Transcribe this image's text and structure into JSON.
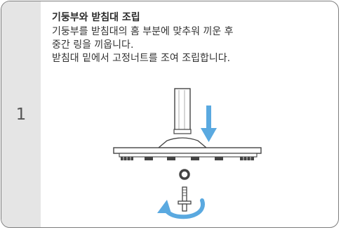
{
  "step": {
    "number": "1"
  },
  "instruction": {
    "title": "기둥부와 받침대 조립",
    "lines": [
      "기둥부를 받침대의 홈 부분에 맞추워 끼운 후",
      "중간 링을 끼웁니다.",
      "받침대 밑에서 고정너트를 조여 조립합니다."
    ]
  },
  "colors": {
    "step_column_bg": "#e5e5e5",
    "arrow_blue": "#5aa9e0",
    "border": "#7d7d7d"
  },
  "illustration": {
    "parts": [
      "pole-icon",
      "base-icon",
      "ring-icon",
      "bolt-icon",
      "down-arrow-icon",
      "rotate-arrow-icon"
    ]
  }
}
